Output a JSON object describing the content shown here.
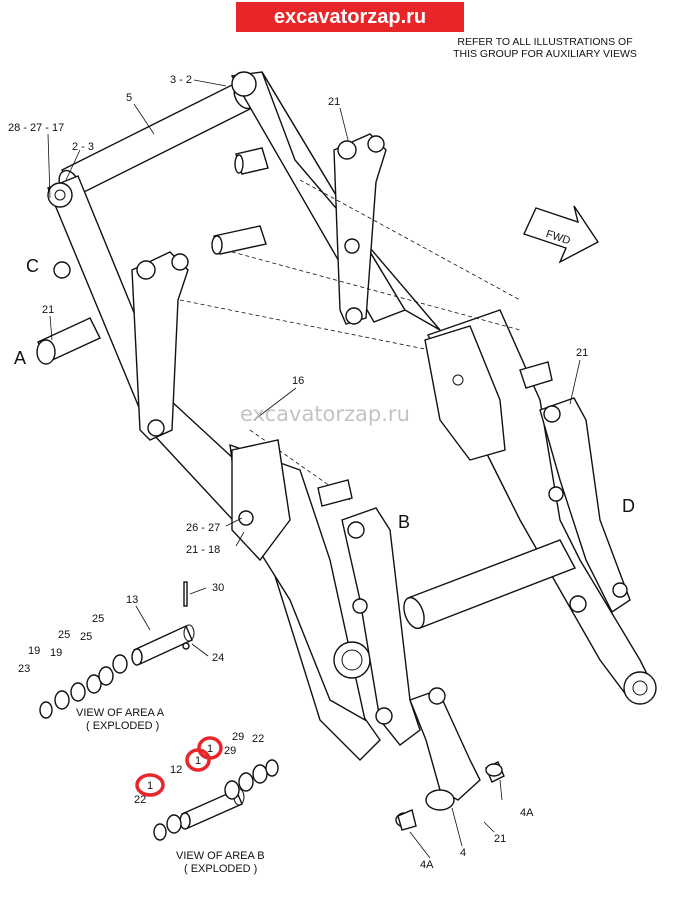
{
  "watermark": {
    "banner_text": "excavatorzap.ru",
    "center_text": "excavatorzap.ru"
  },
  "note": {
    "line1": "REFER TO ALL ILLUSTRATIONS OF",
    "line2": "THIS GROUP FOR AUXILIARY VIEWS"
  },
  "fwd_label": "FWD",
  "views": {
    "A": "A",
    "B": "B",
    "C": "C",
    "D": "D"
  },
  "exploded": {
    "area_a_line1": "VIEW OF AREA  A",
    "area_a_line2": "( EXPLODED )",
    "area_b_line1": "VIEW OF AREA  B",
    "area_b_line2": "( EXPLODED )"
  },
  "callouts": {
    "c_3_2": "3 - 2",
    "c_5": "5",
    "c_28_27_17": "28 - 27 - 17",
    "c_2_3": "2 - 3",
    "c_21_top": "21",
    "c_21_left": "21",
    "c_21_right": "21",
    "c_16": "16",
    "c_26_27": "26 - 27",
    "c_21_18": "21 - 18",
    "c_30": "30",
    "c_13": "13",
    "c_24": "24",
    "c_25a": "25",
    "c_25b": "25",
    "c_25c": "25",
    "c_19a": "19",
    "c_19b": "19",
    "c_23": "23",
    "c_29a": "29",
    "c_29b": "29",
    "c_22a": "22",
    "c_22b": "22",
    "c_12": "12",
    "c_1a": "1",
    "c_1b": "1",
    "c_1c": "1",
    "c_4a_right": "4A",
    "c_4a_bottom": "4A",
    "c_4": "4",
    "c_21_bottom": "21"
  },
  "colors": {
    "highlight": "#e8262a",
    "line": "#111111",
    "banner": "#e8262a"
  }
}
